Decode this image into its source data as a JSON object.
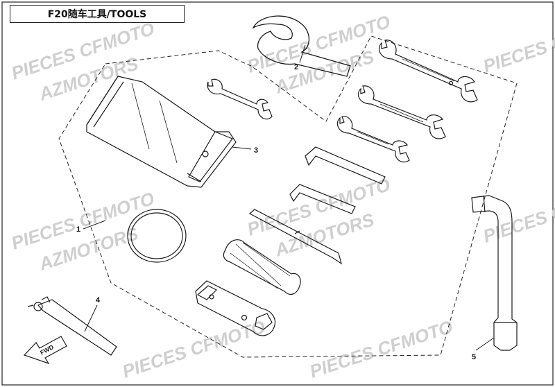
{
  "title": "F20随车工具/TOOLS",
  "callouts": [
    "1",
    "2",
    "3",
    "4",
    "5"
  ],
  "watermark_lines": [
    "PIECES CFMOTO",
    "AZMOTORS"
  ],
  "fwd_label": "FWD",
  "colors": {
    "line": "#1a1a1a",
    "watermark": "#c8c8c8"
  }
}
